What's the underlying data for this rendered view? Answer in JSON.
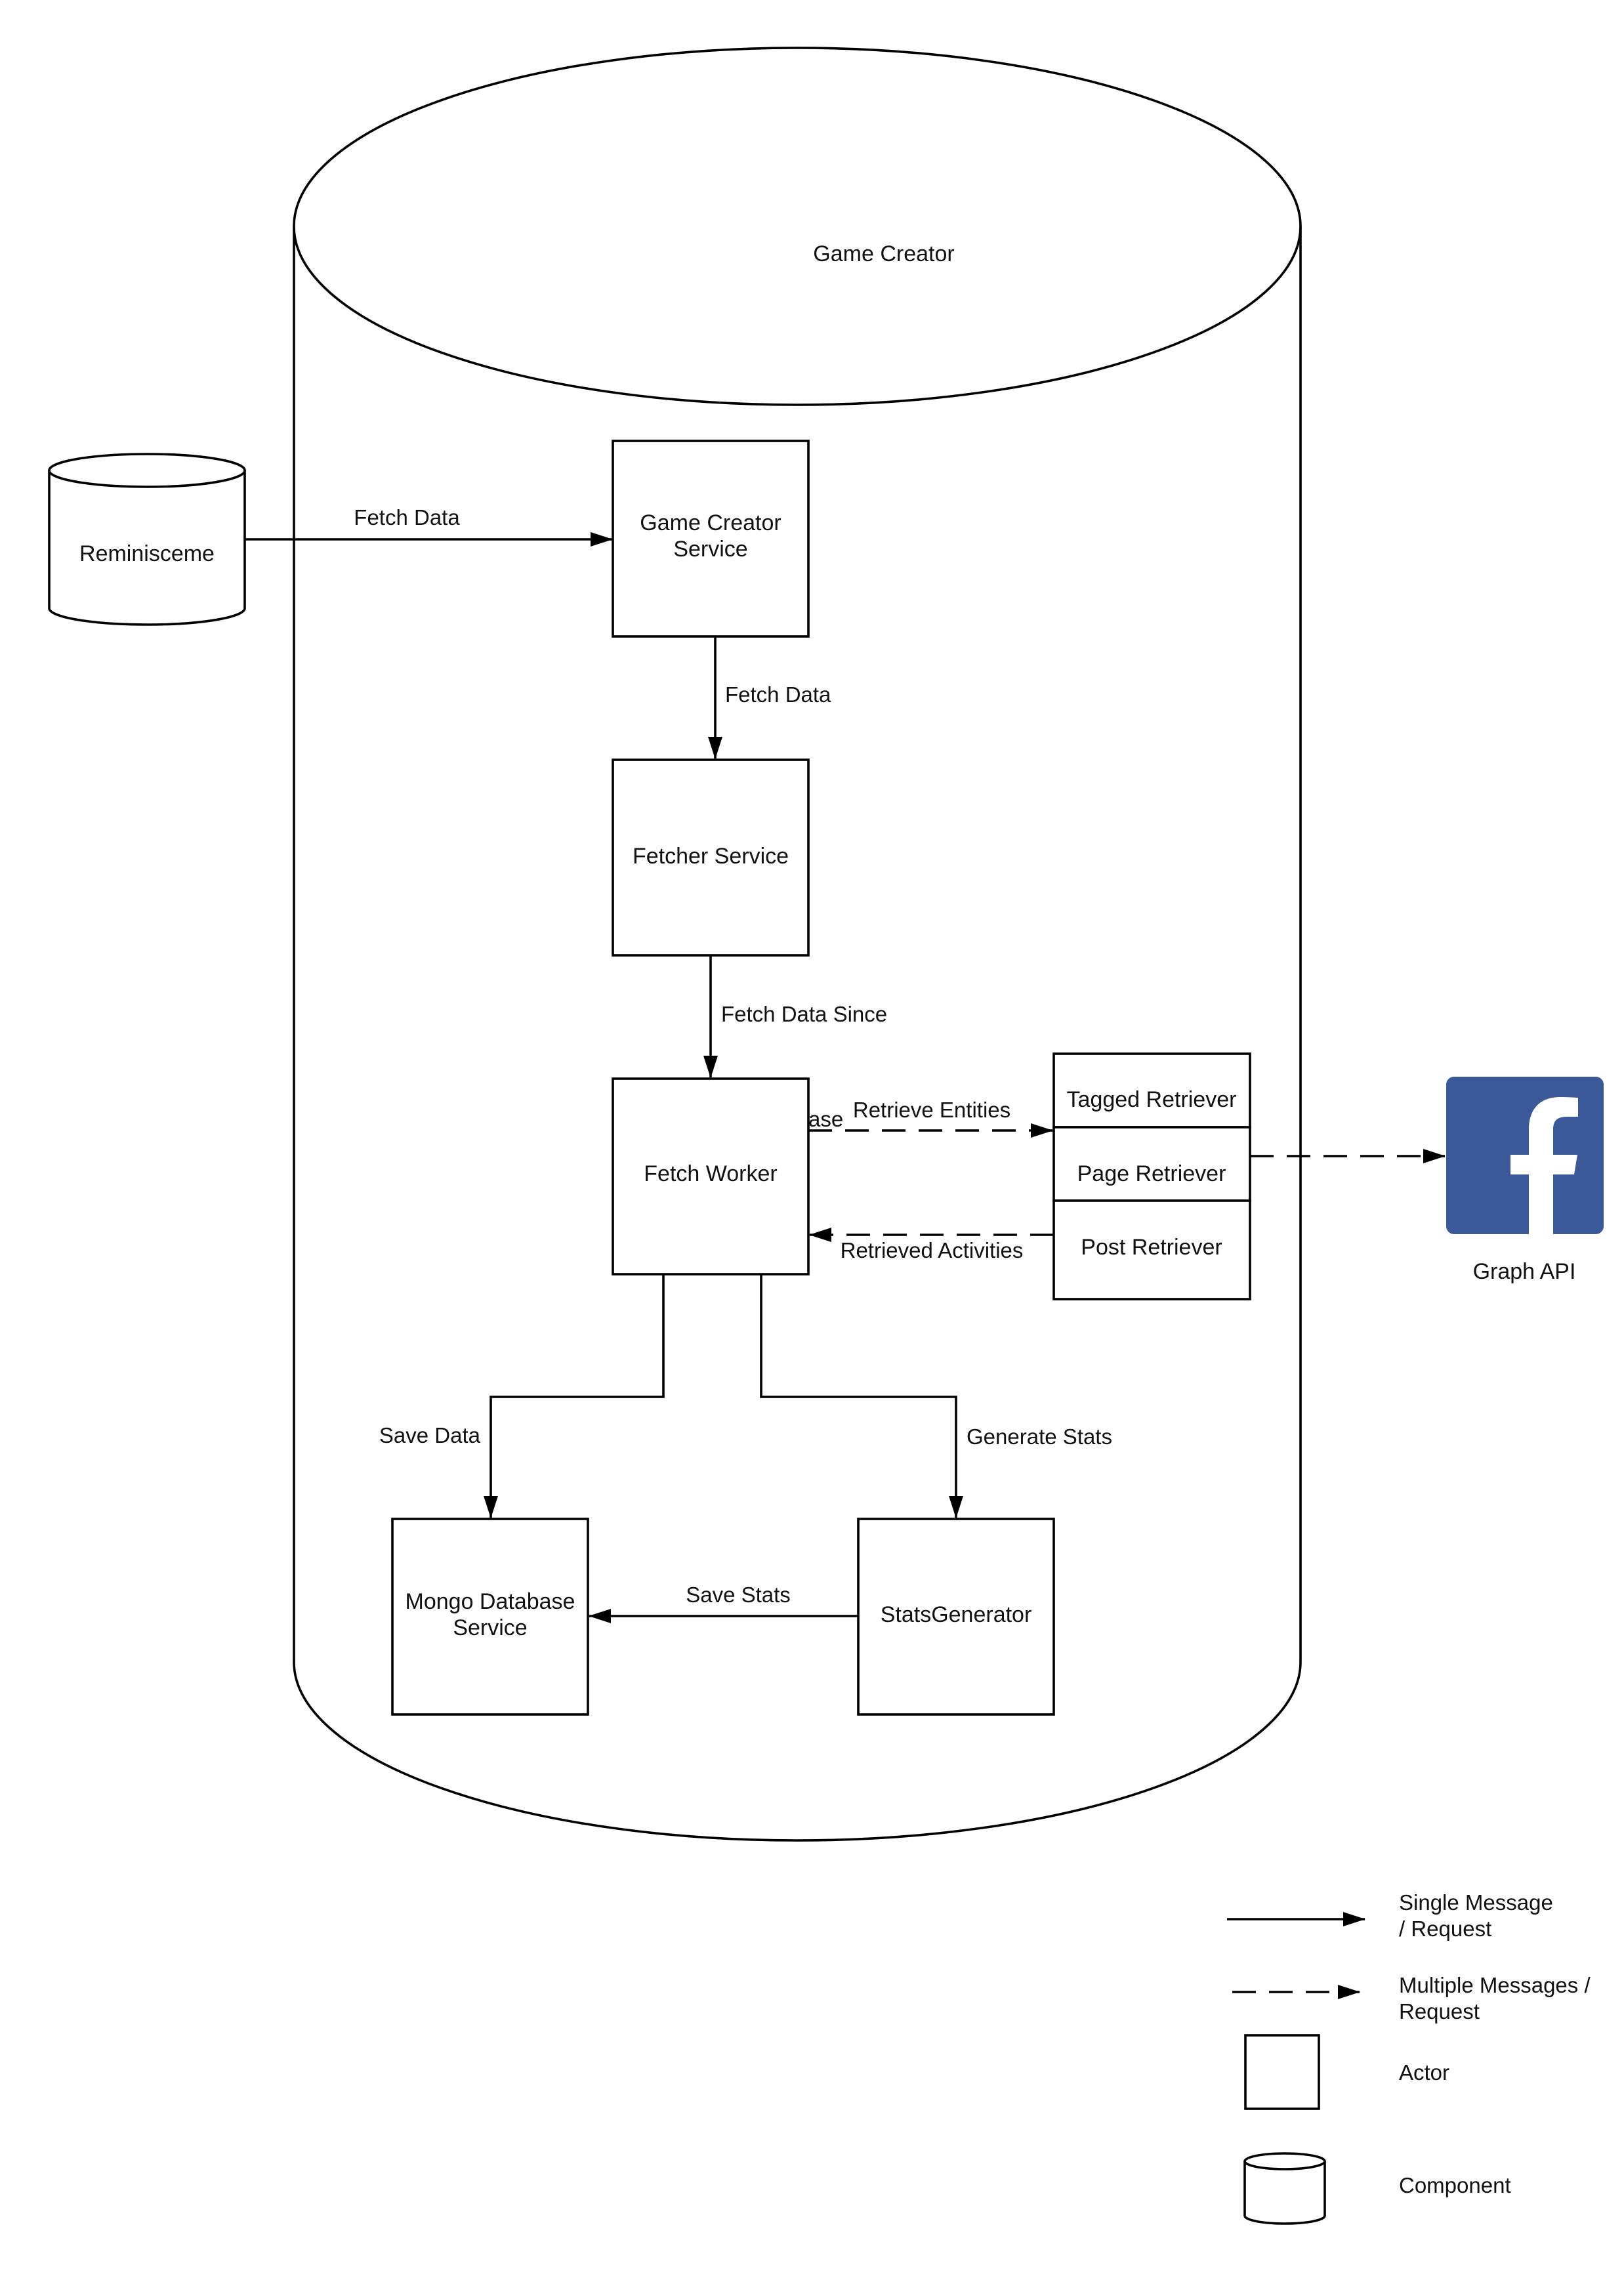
{
  "components": {
    "game_creator": "Game Creator",
    "reminisceme": "Reminisceme"
  },
  "actors": {
    "game_creator_service": [
      "Game Creator",
      "Service"
    ],
    "fetcher_service": "Fetcher Service",
    "fetch_worker": "Fetch Worker",
    "tagged_retriever": "Tagged Retriever",
    "page_retriever": "Page Retriever",
    "post_retriever": "Post Retriever",
    "mongo_database_service": [
      "Mongo Database",
      "Service"
    ],
    "stats_generator": "StatsGenerator"
  },
  "edges": {
    "fetch_data_1": "Fetch Data",
    "fetch_data_2": "Fetch Data",
    "fetch_data_since": "Fetch Data Since",
    "retrieve_entities": "Retrieve Entities",
    "retrieve_entities_fragment": "ase",
    "retrieved_activities": "Retrieved Activities",
    "save_data": "Save Data",
    "generate_stats": "Generate Stats",
    "save_stats": "Save Stats"
  },
  "external": {
    "graph_api": "Graph API",
    "icon": "facebook-icon",
    "icon_color": "#3b5998"
  },
  "legend": {
    "single_message": [
      "Single Message",
      "/ Request"
    ],
    "multiple_messages": [
      "Multiple Messages /",
      "Request"
    ],
    "actor": "Actor",
    "component": "Component"
  }
}
